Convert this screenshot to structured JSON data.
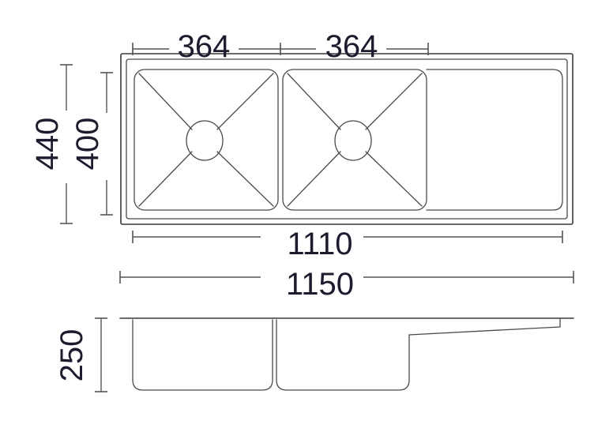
{
  "drawing": {
    "title": "Kitchen sink technical drawing",
    "units": "mm",
    "line_color": "#3a3a3a",
    "dimension_color": "#555555",
    "text_color": "#1c1c2e",
    "background": "#ffffff"
  },
  "plan_view": {
    "name": "plan-view",
    "bowls": [
      {
        "label": "bowl-left",
        "has_drain": true
      },
      {
        "label": "bowl-right",
        "has_drain": true
      }
    ],
    "drainer": {
      "label": "drainer-section",
      "has_drain": false
    }
  },
  "elevation_view": {
    "name": "elevation-view",
    "bowls": [
      {
        "label": "bowl-left-section"
      },
      {
        "label": "bowl-right-section"
      }
    ],
    "drainer": {
      "label": "drainer-section-profile"
    }
  },
  "dimensions": {
    "bowl_width_left": "364",
    "bowl_width_right": "364",
    "overall_length_inner": "1110",
    "overall_length_outer": "1150",
    "overall_depth_outer": "440",
    "overall_depth_inner": "400",
    "bowl_height": "250"
  }
}
